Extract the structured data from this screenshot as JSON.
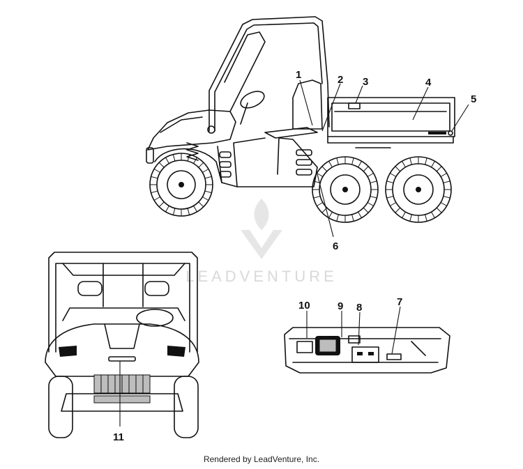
{
  "watermark": {
    "text": "LEADVENTURE"
  },
  "footer": {
    "text": "Rendered by LeadVenture, Inc."
  },
  "callouts": [
    {
      "id": "1",
      "label": "1"
    },
    {
      "id": "2",
      "label": "2"
    },
    {
      "id": "3",
      "label": "3"
    },
    {
      "id": "4",
      "label": "4"
    },
    {
      "id": "5",
      "label": "5"
    },
    {
      "id": "6",
      "label": "6"
    },
    {
      "id": "7",
      "label": "7"
    },
    {
      "id": "8",
      "label": "8"
    },
    {
      "id": "9",
      "label": "9"
    },
    {
      "id": "10",
      "label": "10"
    },
    {
      "id": "11",
      "label": "11"
    }
  ]
}
